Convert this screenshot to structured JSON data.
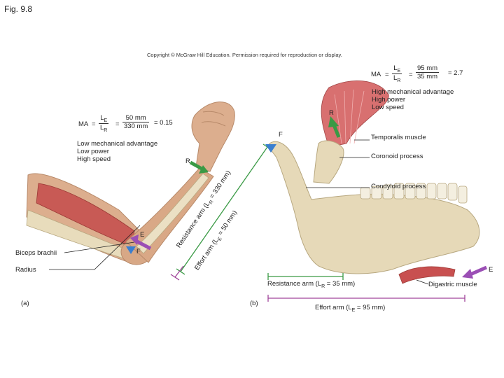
{
  "figure": {
    "title": "Fig. 9.8",
    "copyright": "Copyright © McGraw Hill Education. Permission required for reproduction or display."
  },
  "panel_a": {
    "label": "(a)",
    "ma_formula": {
      "ma": "MA",
      "eq": "=",
      "le": "L",
      "le_sub": "E",
      "lr": "L",
      "lr_sub": "R",
      "num": "50 mm",
      "den": "330 mm",
      "result": "= 0.15"
    },
    "advantage_lines": [
      "Low mechanical advantage",
      "Low power",
      "High speed"
    ],
    "labels": {
      "biceps": "Biceps brachii",
      "radius": "Radius",
      "e": "E",
      "f": "F",
      "r": "R"
    },
    "arms": {
      "resistance": "Resistance arm (L",
      "resistance_sub": "R",
      "resistance_val": " = 330 mm)",
      "effort": "Effort arm (L",
      "effort_sub": "E",
      "effort_val": " = 50 mm)"
    }
  },
  "panel_b": {
    "label": "(b)",
    "ma_formula": {
      "ma": "MA",
      "eq": "=",
      "le": "L",
      "le_sub": "E",
      "lr": "L",
      "lr_sub": "R",
      "num": "95 mm",
      "den": "35 mm",
      "result": "= 2.7"
    },
    "advantage_lines": [
      "High mechanical advantage",
      "High power",
      "Low speed"
    ],
    "labels": {
      "temporalis": "Temporalis muscle",
      "coronoid": "Coronoid process",
      "condyloid": "Condyloid process",
      "digastric": "Digastric muscle",
      "e": "E",
      "f": "F",
      "r": "R"
    },
    "arms": {
      "resistance": "Resistance arm (L",
      "resistance_sub": "R",
      "resistance_val": " = 35 mm)",
      "effort": "Effort arm (L",
      "effort_sub": "E",
      "effort_val": " = 95 mm)"
    }
  },
  "colors": {
    "resistance_arm": "#3a9a45",
    "effort_arm": "#a0459a",
    "arrow_green": "#3a9a45",
    "arrow_purple": "#9b4fb5",
    "fulcrum": "#3a7fd0",
    "bone": "#e6d9b8",
    "muscle": "#c85050",
    "skin": "#d9a886"
  }
}
